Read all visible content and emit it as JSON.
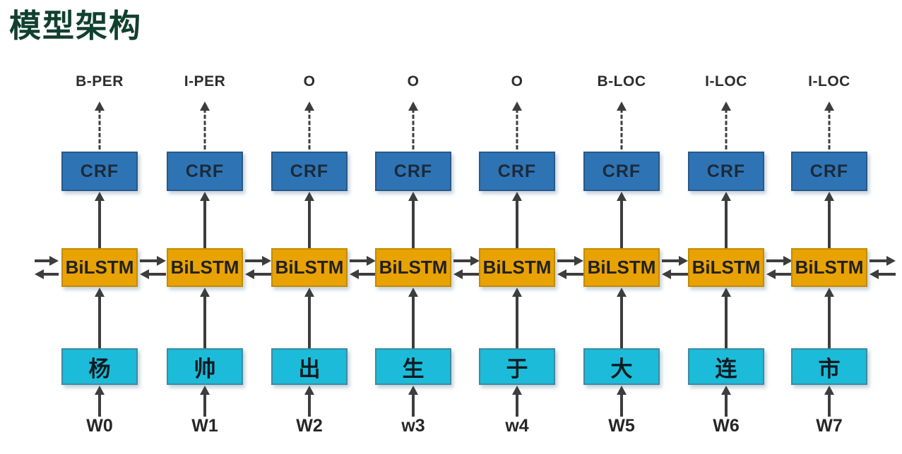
{
  "title": "模型架构",
  "colors": {
    "crf_fill": "#2E74B4",
    "bilstm_fill": "#E8A202",
    "char_fill": "#1CBBD9",
    "arrow": "#3D3D3D",
    "title_color": "#11402F"
  },
  "box_labels": {
    "crf": "CRF",
    "bilstm": "BiLSTM"
  },
  "sentence": "杨帅出生于大连市",
  "columns": [
    {
      "tag": "B-PER",
      "char": "杨",
      "word": "W0"
    },
    {
      "tag": "I-PER",
      "char": "帅",
      "word": "W1"
    },
    {
      "tag": "O",
      "char": "出",
      "word": "W2"
    },
    {
      "tag": "O",
      "char": "生",
      "word": "w3"
    },
    {
      "tag": "O",
      "char": "于",
      "word": "w4"
    },
    {
      "tag": "B-LOC",
      "char": "大",
      "word": "W5"
    },
    {
      "tag": "I-LOC",
      "char": "连",
      "word": "W6"
    },
    {
      "tag": "I-LOC",
      "char": "市",
      "word": "W7"
    }
  ]
}
